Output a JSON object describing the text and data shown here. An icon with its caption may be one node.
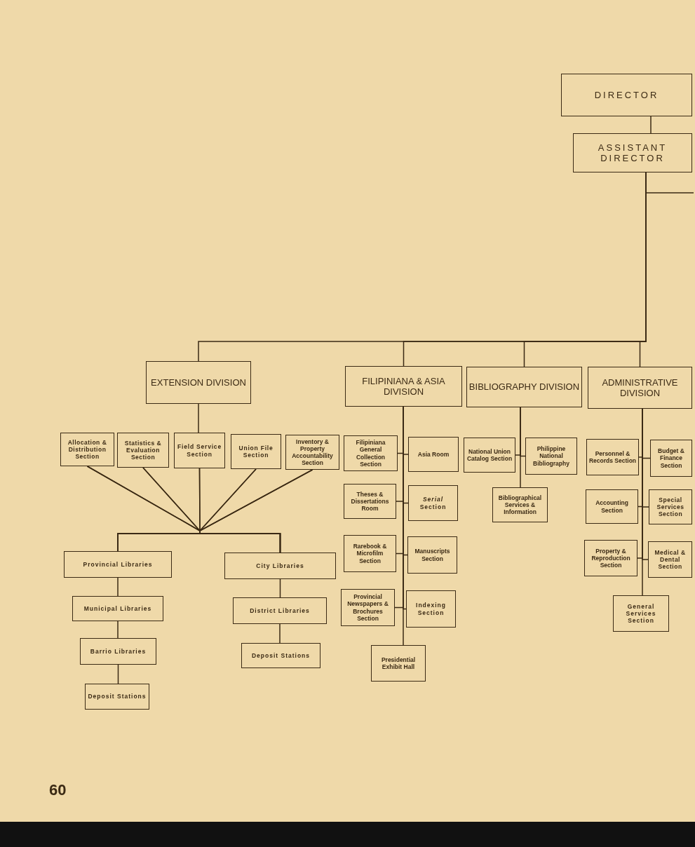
{
  "diagram": {
    "nodes": [
      {
        "text": [
          "DIRECTOR"
        ]
      },
      {
        "text": [
          "ASSISTANT DIRECTOR"
        ]
      },
      {
        "text": [
          "EXTENSION DIVISION"
        ]
      },
      {
        "text": [
          "FILIPINIANA & ASIA DIVISION"
        ]
      },
      {
        "text": [
          "BIBLIOGRAPHY DIVISION"
        ]
      },
      {
        "text": [
          "ADMINISTRATIVE DIVISION"
        ]
      },
      {
        "text": [
          "Allocation & Distribution Section"
        ]
      },
      {
        "text": [
          "Statistics & Evaluation Section"
        ]
      },
      {
        "text": [
          "Field Service Section"
        ]
      },
      {
        "text": [
          "Union File Section"
        ]
      },
      {
        "text": [
          "Inventory & Property Accountability Section"
        ]
      },
      {
        "text": [
          "Provincial Libraries"
        ]
      },
      {
        "text": [
          "Municipal Libraries"
        ]
      },
      {
        "text": [
          "Barrio Libraries"
        ]
      },
      {
        "text": [
          "Deposit Stations"
        ]
      },
      {
        "text": [
          "City Libraries"
        ]
      },
      {
        "text": [
          "District Libraries"
        ]
      },
      {
        "text": [
          "Deposit Stations"
        ]
      },
      {
        "text": [
          "Filipiniana General Collection Section"
        ]
      },
      {
        "text": [
          "Asia Room"
        ]
      },
      {
        "text": [
          "Theses & Dissertations Room"
        ]
      },
      {
        "text": [
          "*Serial* Section"
        ]
      },
      {
        "text": [
          "Rarebook & Microfilm Section"
        ]
      },
      {
        "text": [
          "Manuscripts Section"
        ]
      },
      {
        "text": [
          "Provincial Newspapers & Brochures Section"
        ]
      },
      {
        "text": [
          "Indexing Section"
        ]
      },
      {
        "text": [
          "Presidential Exhibit Hall"
        ]
      },
      {
        "text": [
          "National Union Catalog Section"
        ]
      },
      {
        "text": [
          "Philippine National Bibliography"
        ]
      },
      {
        "text": [
          "Bibliographical Services & Information"
        ]
      },
      {
        "text": [
          "Personnel & Records Section"
        ]
      },
      {
        "text": [
          "Budget & Finance Section"
        ]
      },
      {
        "text": [
          "Accounting Section"
        ]
      },
      {
        "text": [
          "Special Services Section"
        ]
      },
      {
        "text": [
          "Property & Reproduction Section"
        ]
      },
      {
        "text": [
          "Medical & Dental Section"
        ]
      },
      {
        "text": [
          "General Services Section"
        ]
      }
    ],
    "edges": [
      {
        "from": 0,
        "to": 1,
        "arrow": "none"
      },
      {
        "from": 1,
        "to": 2,
        "arrow": "none"
      },
      {
        "from": 1,
        "to": 3,
        "arrow": "none"
      },
      {
        "from": 1,
        "to": 4,
        "arrow": "none"
      },
      {
        "from": 1,
        "to": 5,
        "arrow": "none"
      },
      {
        "from": 2,
        "to": 8,
        "arrow": "none"
      },
      {
        "from": 6,
        "to": 11,
        "arrow": "none"
      },
      {
        "from": 6,
        "to": 15,
        "arrow": "none"
      },
      {
        "from": 7,
        "to": 11,
        "arrow": "none"
      },
      {
        "from": 7,
        "to": 15,
        "arrow": "none"
      },
      {
        "from": 8,
        "to": 11,
        "arrow": "none"
      },
      {
        "from": 8,
        "to": 15,
        "arrow": "none"
      },
      {
        "from": 9,
        "to": 11,
        "arrow": "none"
      },
      {
        "from": 9,
        "to": 15,
        "arrow": "none"
      },
      {
        "from": 10,
        "to": 11,
        "arrow": "none"
      },
      {
        "from": 10,
        "to": 15,
        "arrow": "none"
      },
      {
        "from": 11,
        "to": 12,
        "arrow": "none"
      },
      {
        "from": 12,
        "to": 13,
        "arrow": "none"
      },
      {
        "from": 13,
        "to": 14,
        "arrow": "none"
      },
      {
        "from": 15,
        "to": 16,
        "arrow": "none"
      },
      {
        "from": 16,
        "to": 17,
        "arrow": "none"
      },
      {
        "from": 3,
        "to": 18,
        "arrow": "none"
      },
      {
        "from": 3,
        "to": 19,
        "arrow": "none"
      },
      {
        "from": 3,
        "to": 20,
        "arrow": "none"
      },
      {
        "from": 3,
        "to": 21,
        "arrow": "none"
      },
      {
        "from": 3,
        "to": 22,
        "arrow": "none"
      },
      {
        "from": 3,
        "to": 23,
        "arrow": "none"
      },
      {
        "from": 3,
        "to": 24,
        "arrow": "none"
      },
      {
        "from": 3,
        "to": 25,
        "arrow": "none"
      },
      {
        "from": 3,
        "to": 26,
        "arrow": "none"
      },
      {
        "from": 4,
        "to": 27,
        "arrow": "none"
      },
      {
        "from": 4,
        "to": 28,
        "arrow": "none"
      },
      {
        "from": 4,
        "to": 29,
        "arrow": "none"
      },
      {
        "from": 5,
        "to": 30,
        "arrow": "none"
      },
      {
        "from": 5,
        "to": 31,
        "arrow": "none"
      },
      {
        "from": 5,
        "to": 32,
        "arrow": "none"
      },
      {
        "from": 5,
        "to": 33,
        "arrow": "none"
      },
      {
        "from": 5,
        "to": 34,
        "arrow": "none"
      },
      {
        "from": 5,
        "to": 35,
        "arrow": "none"
      },
      {
        "from": 5,
        "to": 36,
        "arrow": "none"
      },
      {
        "from": 1,
        "to": null,
        "arrow": "none"
      }
    ],
    "labels": [
      "60"
    ]
  }
}
